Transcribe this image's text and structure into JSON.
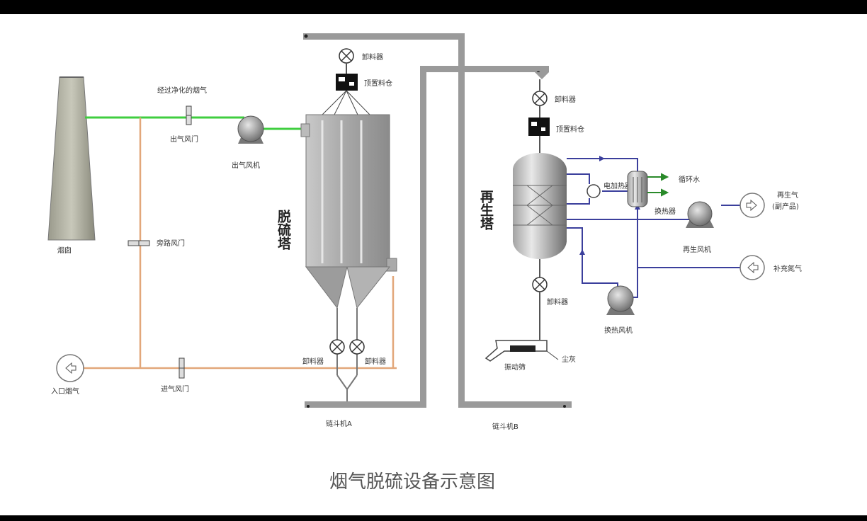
{
  "diagram": {
    "caption": "烟气脱硫设备示意图",
    "labels": {
      "stack": "烟囱",
      "purified_gas": "经过净化的烟气",
      "outlet_damper": "出气风门",
      "outlet_fan": "出气风机",
      "bypass_damper": "旁路风门",
      "inlet_gas": "入口烟气",
      "inlet_damper": "进气风门",
      "absorber_feeder": "卸料器",
      "absorber_hopper": "顶置料仓",
      "absorber_tower": "脱硫塔",
      "absorber_bottom_feeder_left": "卸料器",
      "absorber_bottom_feeder_right": "卸料器",
      "chain_conveyor_left": "链斗机A",
      "chain_conveyor_right": "链斗机B",
      "regen_feeder": "卸料器",
      "regen_hopper": "顶置料仓",
      "regen_tower": "再生塔",
      "electric_heater": "电加热器",
      "circulating_water": "循环水",
      "heat_exchanger": "换热器",
      "regen_fan": "再生风机",
      "regen_gas": "再生气",
      "by_product": "(副产品)",
      "supplement_air": "补充氮气",
      "exchange_fan": "换热风机",
      "regen_bottom_feeder": "卸料器",
      "vibrating_screen": "振动筛",
      "dust": "尘灰"
    },
    "colors": {
      "purified_gas_line": "#3fce3f",
      "flue_gas_line": "#e2a77a",
      "process_line": "#3b3f9c",
      "conveyor": "#9a9a9a",
      "equipment": "#8c8c8c"
    }
  }
}
